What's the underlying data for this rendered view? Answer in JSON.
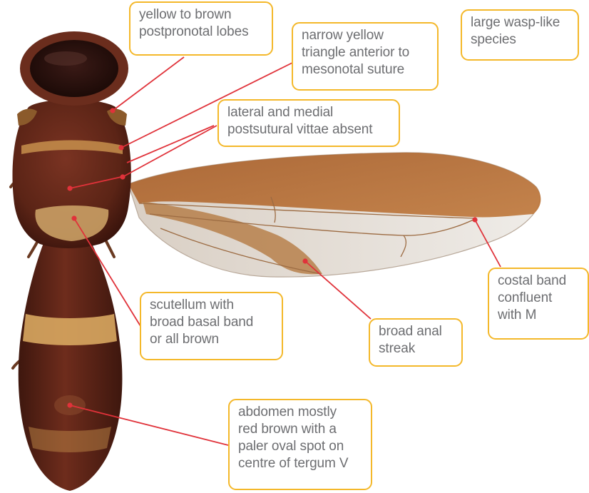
{
  "figure": {
    "subject": "Fruit fly specimen, dorsal view with right wing extended",
    "colors": {
      "callout_border": "#f4b82a",
      "callout_text": "#6d6e71",
      "leader_line": "#e0323a",
      "body_dark": "#4a1e15",
      "body_red_brown": "#6b2a1b",
      "yellow_band": "#cf9a4e",
      "wing_membrane": "#e9e6e2",
      "wing_costal": "#b56a2f"
    }
  },
  "callouts": {
    "postpronotal": "yellow to brown\npostpronotal lobes",
    "triangle": "narrow yellow\ntriangle anterior to\nmesonotal suture",
    "vittae": "lateral and medial\npostsutural vittae absent",
    "wasp_like": "large wasp-like\nspecies",
    "costal_band": "costal band\nconfluent\nwith M",
    "anal_streak": "broad anal\nstreak",
    "scutellum": "scutellum with\nbroad basal band\nor all brown",
    "abdomen": "abdomen mostly\nred brown with a\npaler oval spot on\ncentre of tergum V"
  }
}
